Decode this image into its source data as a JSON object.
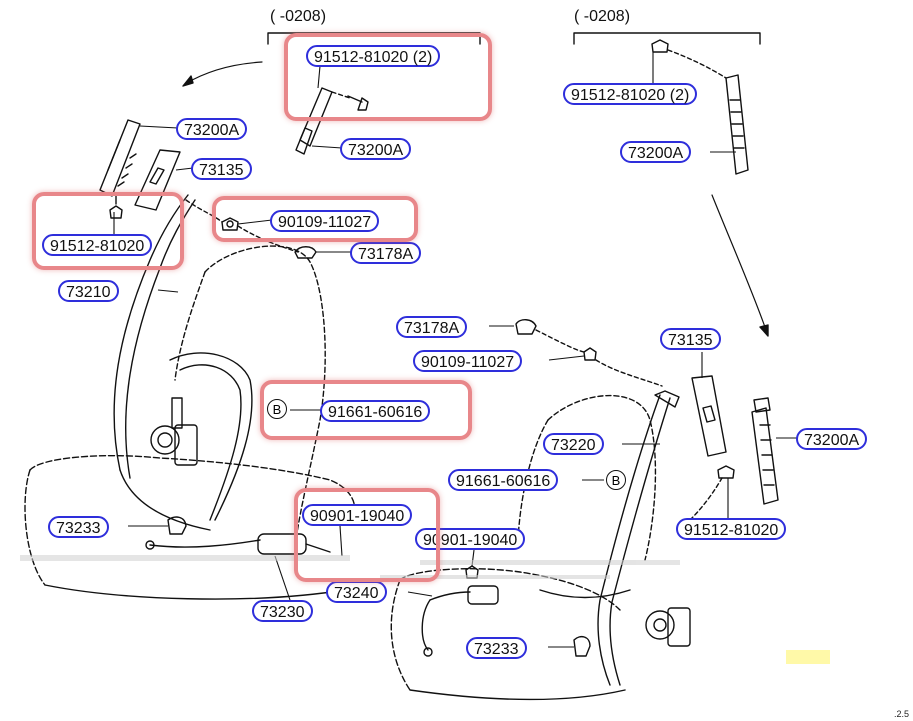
{
  "diagram": {
    "headers": [
      {
        "id": "left",
        "text": "(      -0208)"
      },
      {
        "id": "right",
        "text": "(      -0208)"
      }
    ],
    "labels": [
      {
        "id": "l1",
        "text": "91512-81020 (2)"
      },
      {
        "id": "l2",
        "text": "73200A"
      },
      {
        "id": "l3",
        "text": "73200A"
      },
      {
        "id": "l4",
        "text": "73135"
      },
      {
        "id": "l5",
        "text": "91512-81020"
      },
      {
        "id": "l6",
        "text": "90109-11027"
      },
      {
        "id": "l7",
        "text": "73178A"
      },
      {
        "id": "l8",
        "text": "73210"
      },
      {
        "id": "l9",
        "text": "91512-81020 (2)"
      },
      {
        "id": "l10",
        "text": "73200A"
      },
      {
        "id": "l11",
        "text": "73178A"
      },
      {
        "id": "l12",
        "text": "90109-11027"
      },
      {
        "id": "l13",
        "text": "73135"
      },
      {
        "id": "l14",
        "text": "91661-60616"
      },
      {
        "id": "l15",
        "text": "73220"
      },
      {
        "id": "l16",
        "text": "91661-60616"
      },
      {
        "id": "l17",
        "text": "73200A"
      },
      {
        "id": "l18",
        "text": "90901-19040"
      },
      {
        "id": "l19",
        "text": "90901-19040"
      },
      {
        "id": "l20",
        "text": "73233"
      },
      {
        "id": "l21",
        "text": "73240"
      },
      {
        "id": "l22",
        "text": "73230"
      },
      {
        "id": "l23",
        "text": "73233"
      },
      {
        "id": "l24",
        "text": "91512-81020"
      }
    ],
    "ref_markers": [
      {
        "id": "b1",
        "text": "B"
      },
      {
        "id": "b2",
        "text": "B"
      }
    ],
    "corner_text": ".2.5",
    "colors": {
      "label_border": "#2e2edb",
      "highlight": "#e8878a",
      "line": "#111111"
    }
  }
}
